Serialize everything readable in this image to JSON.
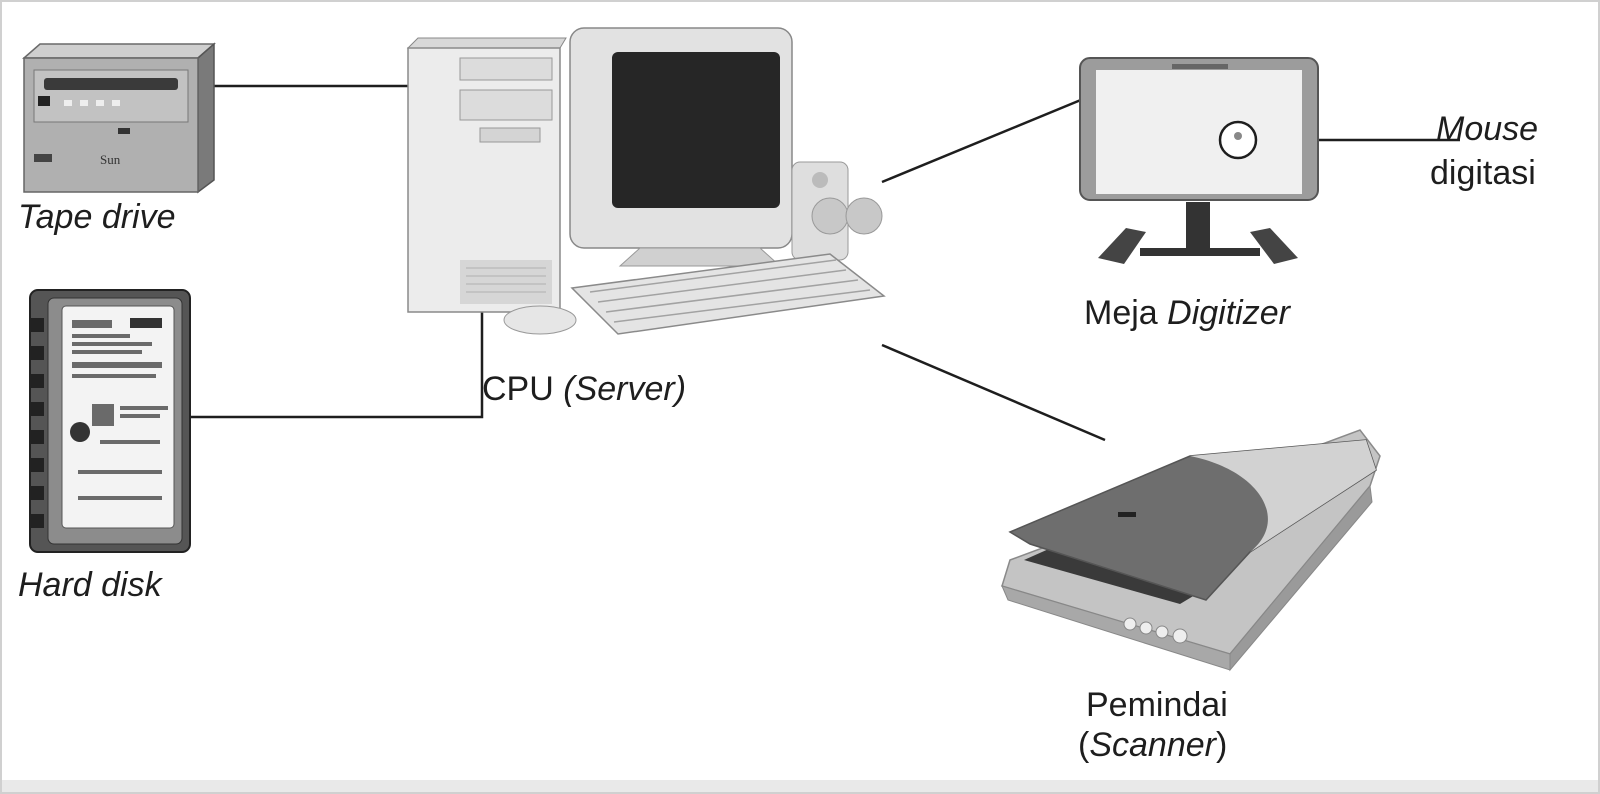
{
  "labels": {
    "tape_drive": "Tape drive",
    "hard_disk": "Hard disk",
    "cpu_prefix": "CPU",
    "cpu_server": "(Server)",
    "digitizer_prefix": "Meja",
    "digitizer_name": "Digitizer",
    "mouse_word": "Mouse",
    "mouse_digitasi": "digitasi",
    "scanner_name": "Pemindai",
    "scanner_paren_open": "(",
    "scanner_en": "Scanner",
    "scanner_paren_close": ")"
  },
  "colors": {
    "background": "#ffffff",
    "line": "#1e1e1e",
    "device_light": "#e4e4e4",
    "device_mid": "#9a9a9a",
    "device_dark": "#2a2a2a"
  },
  "icons": [
    "tape-drive-icon",
    "hard-disk-icon",
    "pc-server-icon",
    "digitizer-table-icon",
    "scanner-icon"
  ]
}
